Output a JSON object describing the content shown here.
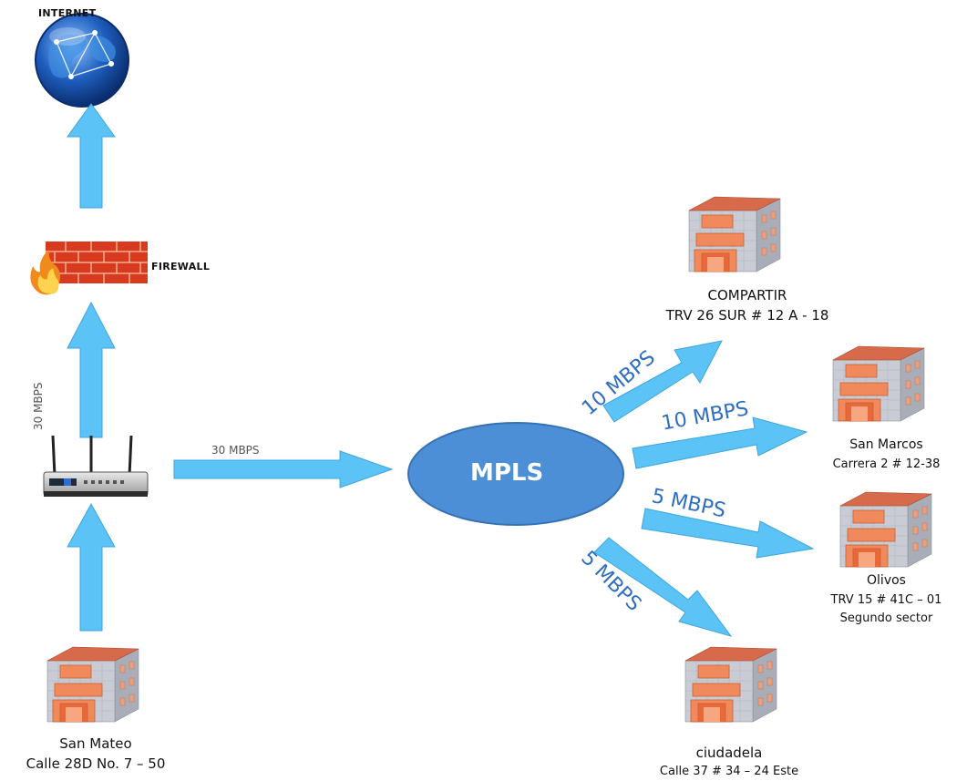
{
  "internet": {
    "label": "INTERNET"
  },
  "firewall": {
    "label": "FIREWALL"
  },
  "router": {
    "uplink": "30 MBPS",
    "link_to_mpls": "30 MBPS"
  },
  "mpls": {
    "label": "MPLS"
  },
  "links": [
    {
      "target": "COMPARTIR",
      "bandwidth": "10 MBPS"
    },
    {
      "target": "San Marcos",
      "bandwidth": "10 MBPS"
    },
    {
      "target": "Olivos",
      "bandwidth": "5 MBPS"
    },
    {
      "target": "ciudadela",
      "bandwidth": "5 MBPS"
    }
  ],
  "sites": {
    "san_mateo": {
      "name": "San Mateo",
      "address": "Calle 28D No. 7 – 50"
    },
    "compartir": {
      "name": "COMPARTIR",
      "address": "TRV 26 SUR # 12 A - 18"
    },
    "san_marcos": {
      "name": "San Marcos",
      "address": "Carrera 2 # 12-38"
    },
    "olivos": {
      "name": "Olivos",
      "address": "TRV 15 # 41C – 01",
      "extra": "Segundo sector"
    },
    "ciudadela": {
      "name": "ciudadela",
      "address": "Calle 37 # 34 – 24 Este"
    }
  },
  "colors": {
    "arrow": "#5bc3f5",
    "arrow_stroke": "#3fa5dd",
    "mpls": "#4d8fd6",
    "brick": "#e0512b"
  }
}
